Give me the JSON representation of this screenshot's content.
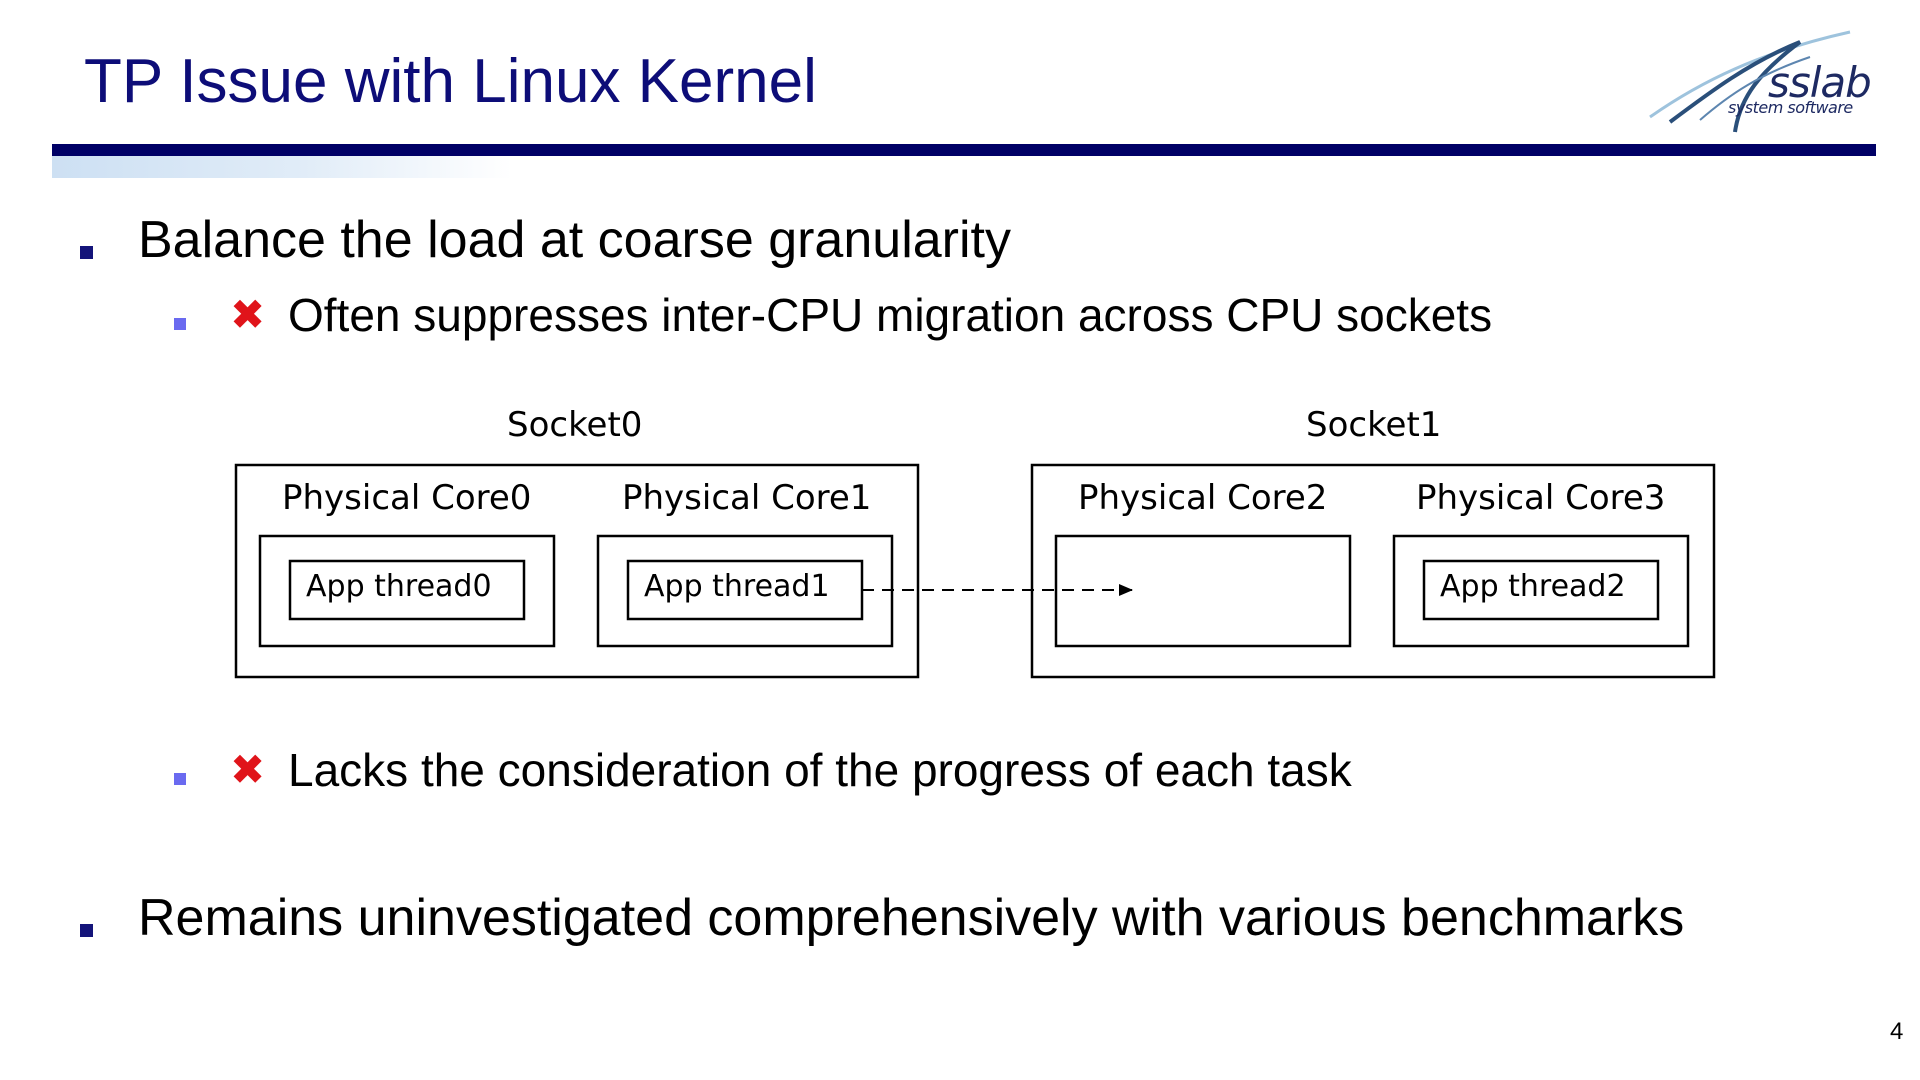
{
  "slide": {
    "title": "TP Issue with Linux Kernel",
    "page_number": "4"
  },
  "logo": {
    "brand": "sslab",
    "subtitle": "system software"
  },
  "bullets": [
    {
      "text": "Balance the load at coarse granularity",
      "sub": [
        {
          "text": "Often suppresses inter-CPU migration across CPU sockets",
          "mark": "✖"
        },
        {
          "text": "Lacks the consideration of the progress of each task",
          "mark": "✖"
        }
      ]
    },
    {
      "text": "Remains uninvestigated comprehensively with various benchmarks"
    }
  ],
  "diagram": {
    "sockets": [
      {
        "label": "Socket0",
        "cores": [
          {
            "label": "Physical Core0",
            "thread": "App thread0"
          },
          {
            "label": "Physical Core1",
            "thread": "App thread1"
          }
        ]
      },
      {
        "label": "Socket1",
        "cores": [
          {
            "label": "Physical Core2",
            "thread": ""
          },
          {
            "label": "Physical Core3",
            "thread": "App thread2"
          }
        ]
      }
    ]
  },
  "colors": {
    "title": "#0d0d78",
    "title_bar": "#000066",
    "bullet_level1": "#14147a",
    "bullet_level2": "#6a6af0",
    "cross_mark": "#e0141a"
  },
  "icons": {
    "cross": "x-mark-icon",
    "logo": "sslab-swoosh-icon",
    "migration_arrow": "dashed-arrow-icon"
  }
}
